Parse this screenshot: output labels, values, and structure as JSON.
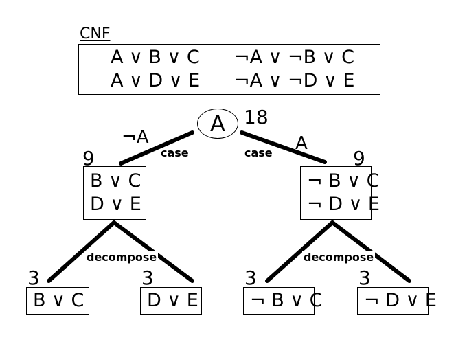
{
  "cnf": {
    "title": "CNF",
    "clauses": [
      "A ∨ B ∨ C",
      "¬A ∨ ¬B ∨ C",
      "A ∨ D ∨ E",
      "¬A ∨ ¬D ∨ E"
    ]
  },
  "root": {
    "label": "A",
    "count": "18"
  },
  "branches": {
    "left": {
      "literal": "¬A",
      "edge_label": "case",
      "count": "9",
      "rows": [
        "B ∨ C",
        "D ∨ E"
      ]
    },
    "right": {
      "literal": "A",
      "edge_label": "case",
      "count": "9",
      "rows": [
        "¬ B ∨ C",
        "¬ D ∨ E"
      ]
    }
  },
  "decompose": {
    "left": {
      "edge_label": "decompose",
      "children": [
        {
          "count": "3",
          "text": "B ∨ C"
        },
        {
          "count": "3",
          "text": "D ∨ E"
        }
      ]
    },
    "right": {
      "edge_label": "decompose",
      "children": [
        {
          "count": "3",
          "text": "¬ B ∨ C"
        },
        {
          "count": "3",
          "text": "¬ D ∨ E"
        }
      ]
    }
  }
}
